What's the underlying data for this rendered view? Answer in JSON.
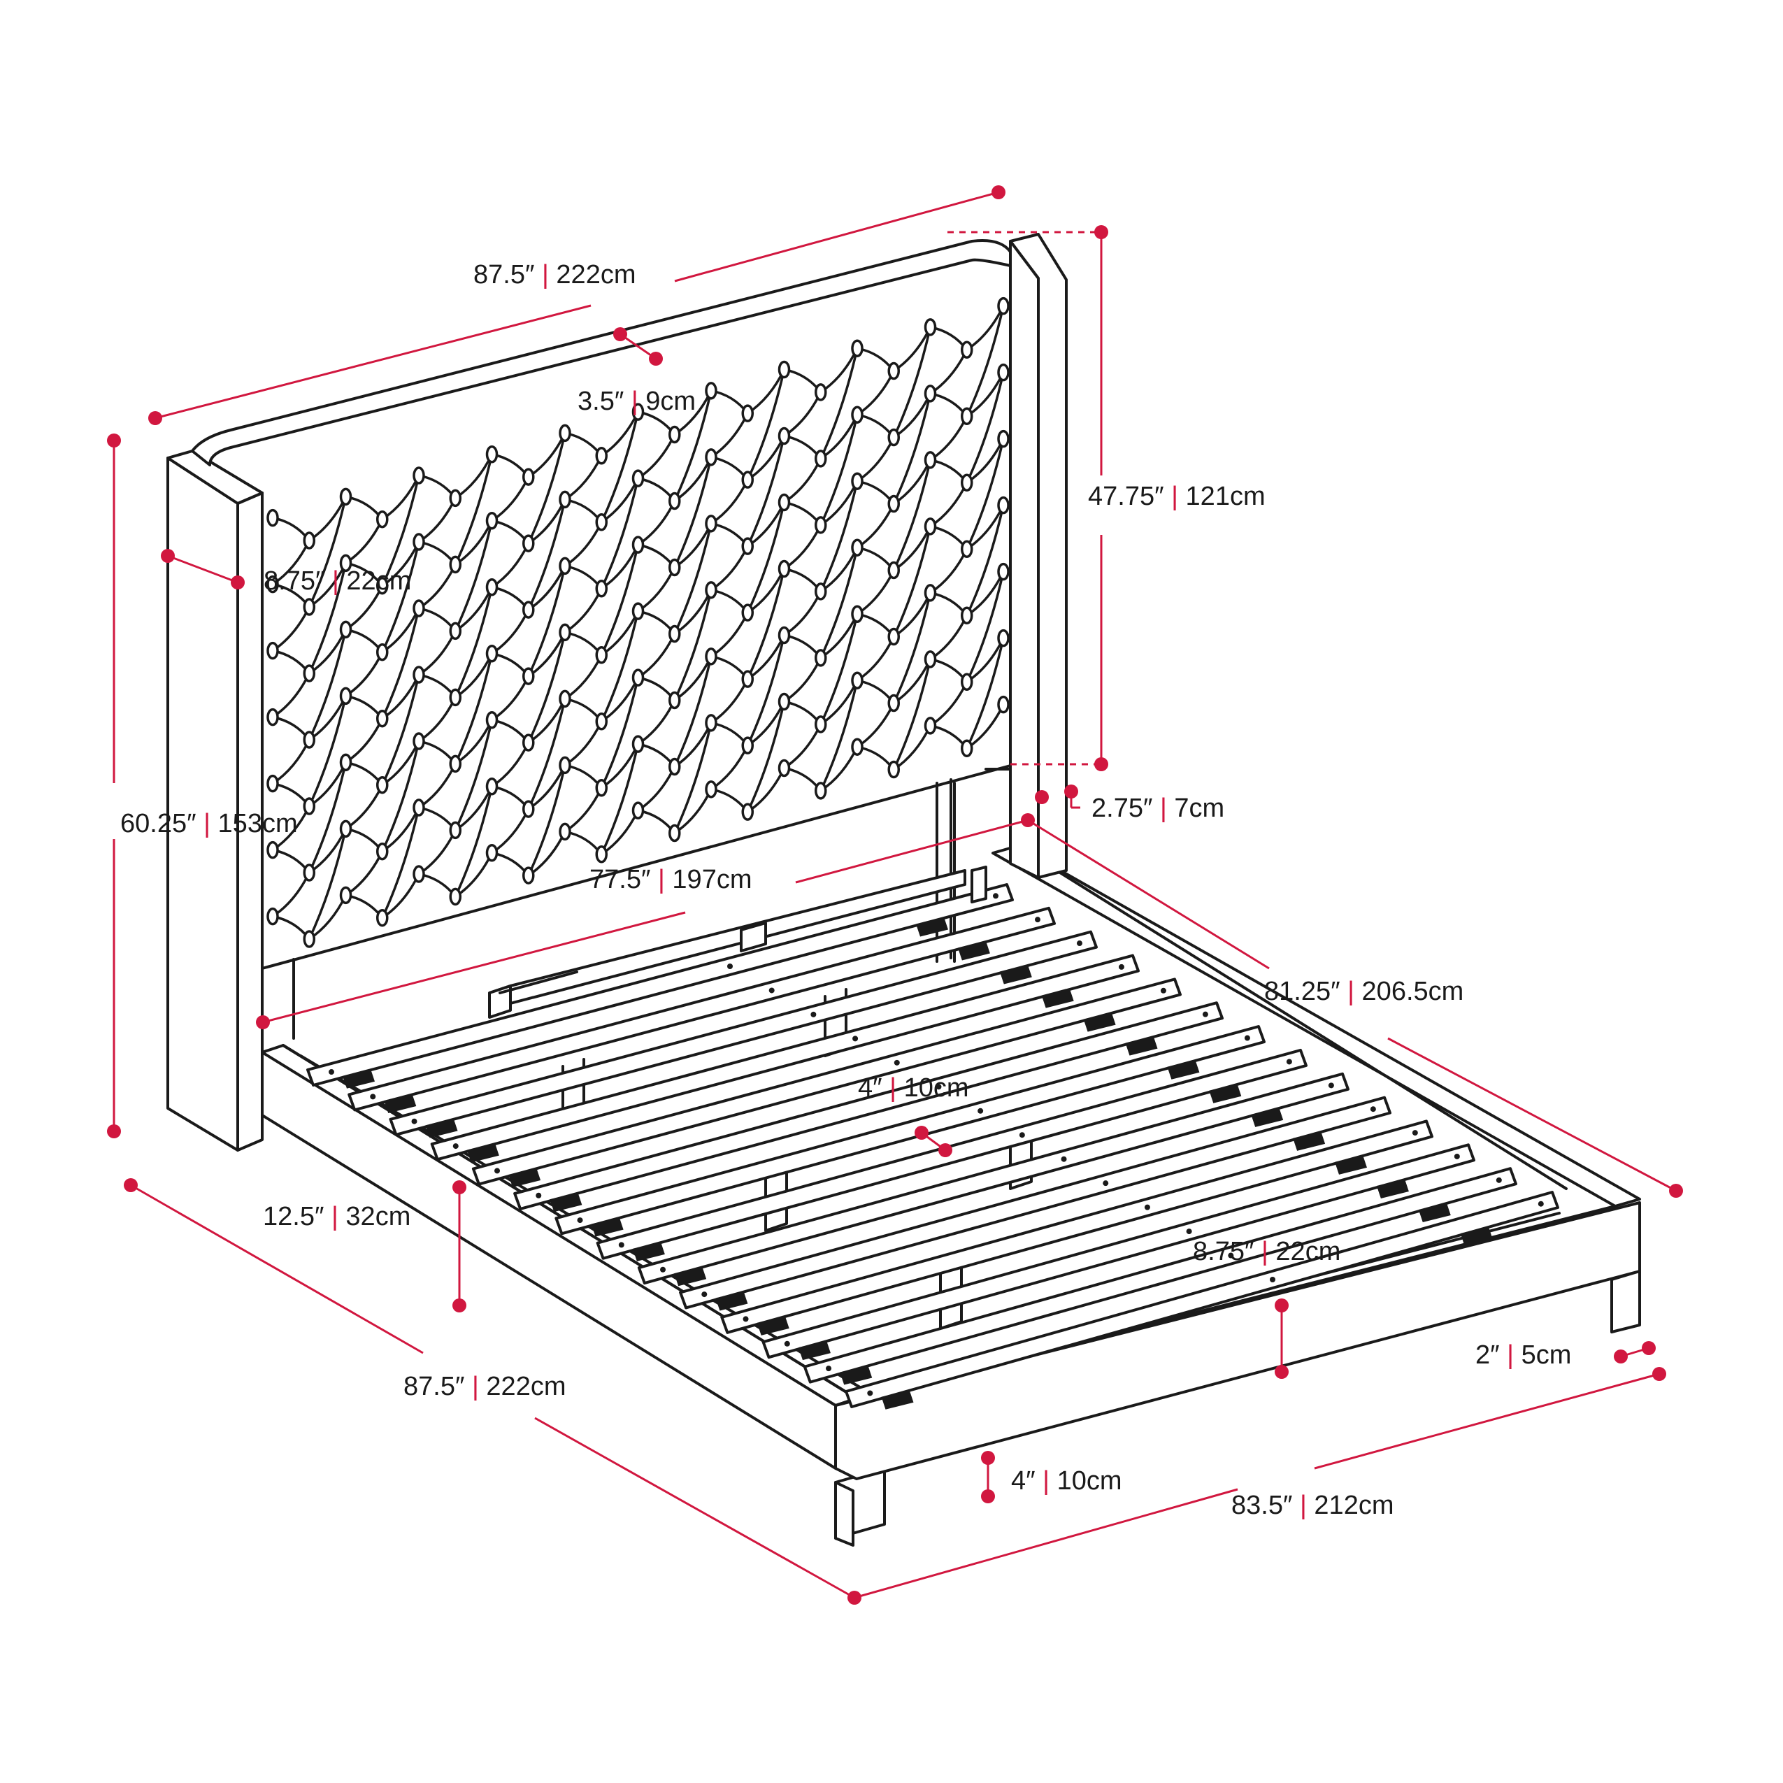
{
  "colors": {
    "dimension": "#d1173f",
    "line": "#1a1a1a",
    "background": "#ffffff"
  },
  "dimensions": {
    "headboard_width": {
      "inch": "87.5″",
      "cm": "222cm"
    },
    "tuft_depth": {
      "inch": "3.5″",
      "cm": "9cm"
    },
    "headboard_height": {
      "inch": "47.75″",
      "cm": "121cm"
    },
    "wing_depth": {
      "inch": "8.75″",
      "cm": "22cm"
    },
    "total_height": {
      "inch": "60.25″",
      "cm": "153cm"
    },
    "panel_thickness": {
      "inch": "2.75″",
      "cm": "7cm"
    },
    "inner_width": {
      "inch": "77.5″",
      "cm": "197cm"
    },
    "inner_length": {
      "inch": "81.25″",
      "cm": "206.5cm"
    },
    "slat_width": {
      "inch": "4″",
      "cm": "10cm"
    },
    "ground_clearance": {
      "inch": "12.5″",
      "cm": "32cm"
    },
    "rail_height": {
      "inch": "8.75″",
      "cm": "22cm"
    },
    "leg_width": {
      "inch": "2″",
      "cm": "5cm"
    },
    "overall_width": {
      "inch": "87.5″",
      "cm": "222cm"
    },
    "leg_height": {
      "inch": "4″",
      "cm": "10cm"
    },
    "overall_length": {
      "inch": "83.5″",
      "cm": "212cm"
    }
  }
}
